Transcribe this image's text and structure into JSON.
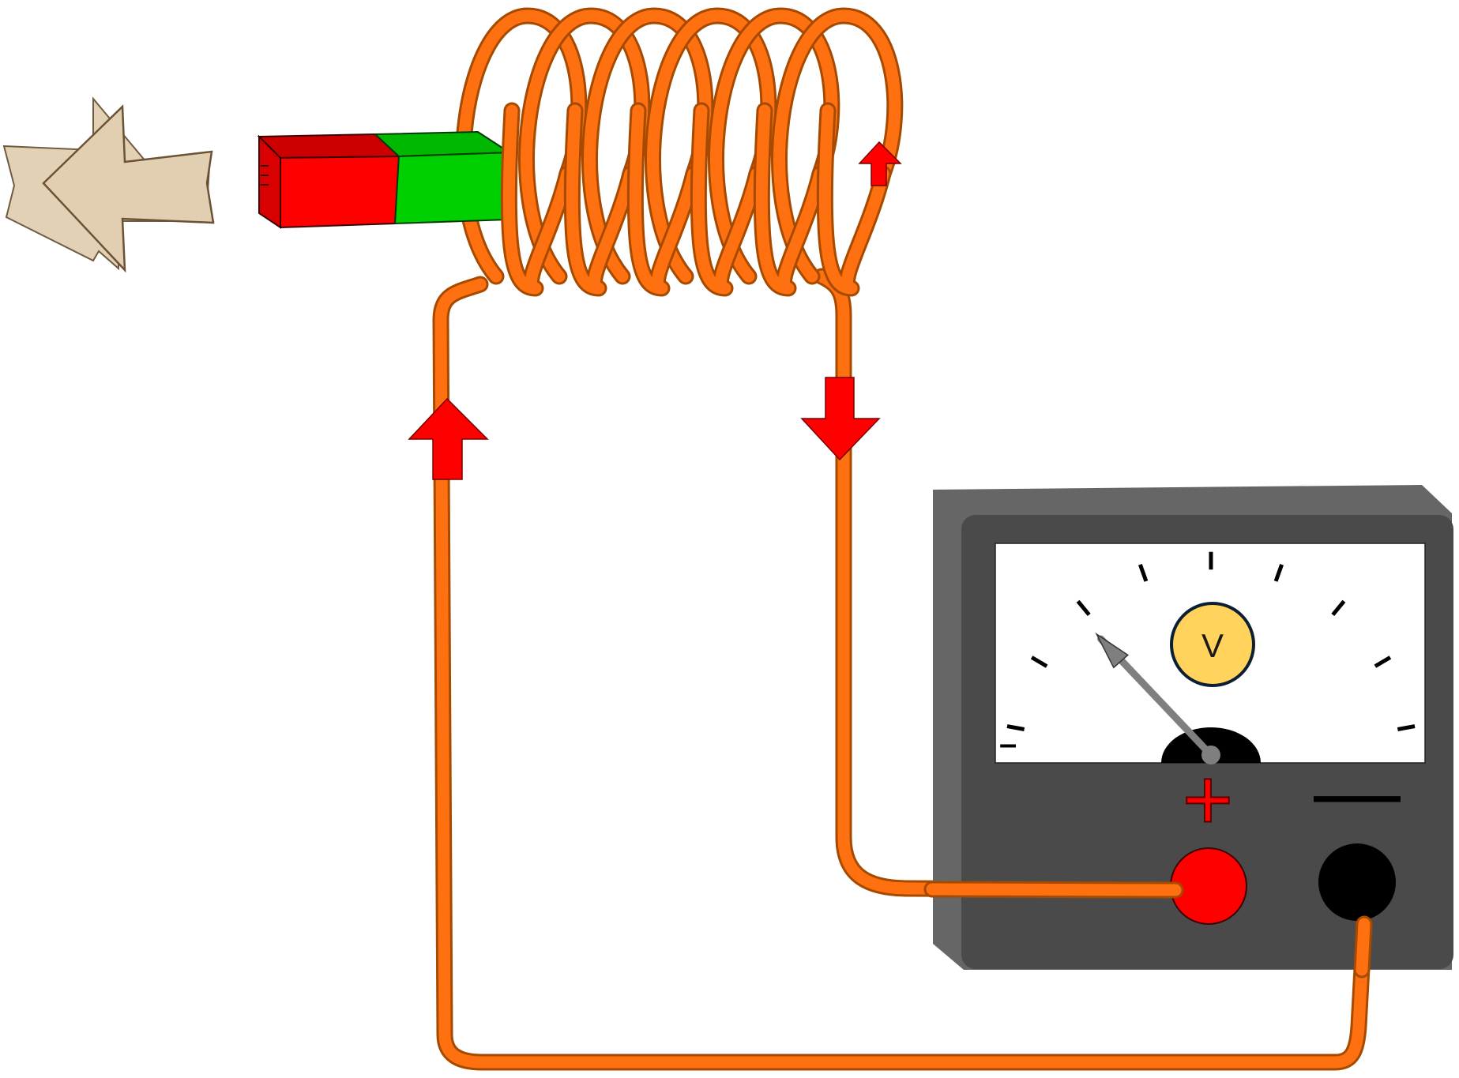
{
  "meter": {
    "unit_symbol": "V",
    "terminal_positive_symbol": "+",
    "terminal_negative_symbol": "—",
    "needle_reading_fraction": 0.24,
    "colors": {
      "body": "#4a4a4a",
      "body_edge": "#666666",
      "face": "#ffffff",
      "badge": "#ffd35c",
      "badge_ring": "#0d1f33",
      "positive_terminal": "#ff0000",
      "negative_terminal": "#000000",
      "needle": "#7f7f7f"
    }
  },
  "magnet": {
    "pole_left_color": "#ff0000",
    "pole_right_color": "#00d000"
  },
  "motion_arrow": {
    "direction": "left",
    "color": "#e2cfb2"
  },
  "current_arrows": {
    "color": "#ff0000",
    "directions": [
      "up",
      "down",
      "up"
    ]
  },
  "wire": {
    "color": "#ff7010",
    "coil_turns": 6
  }
}
